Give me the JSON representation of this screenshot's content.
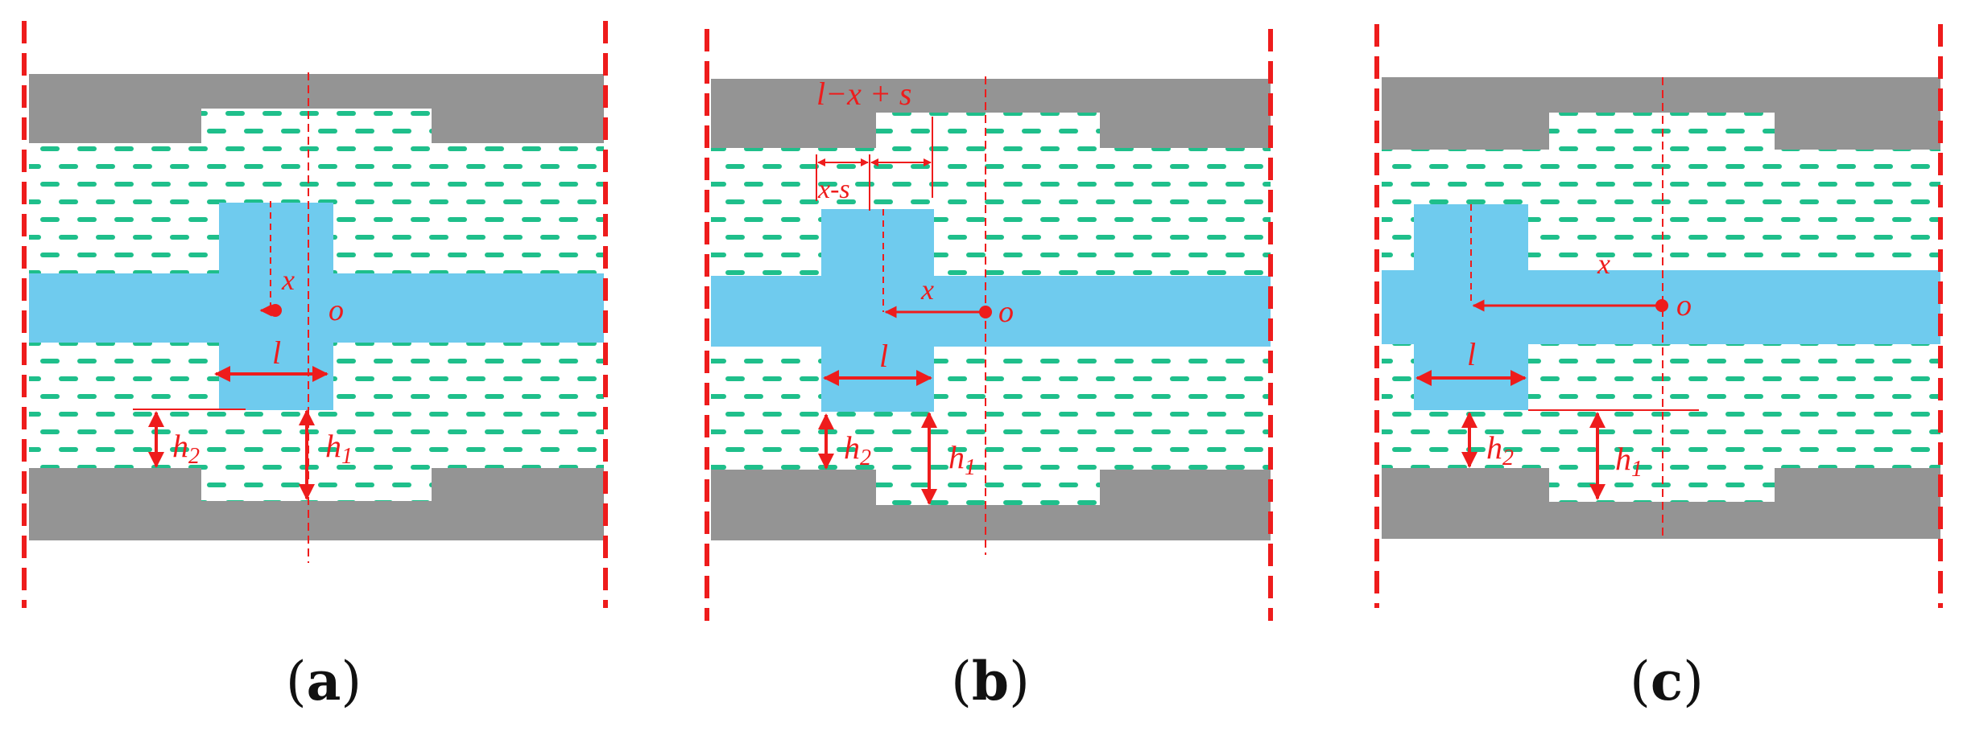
{
  "colors": {
    "wall": "#949494",
    "fluid_dash": "#1fbf8b",
    "body": "#6fcbee",
    "annotation": "#ee1c1c",
    "background": "#ffffff"
  },
  "panels": [
    {
      "id": "a",
      "caption_letter": "a",
      "labels": {
        "x": "x",
        "o": "o",
        "l": "l",
        "h2": "h",
        "h2_sub": "2",
        "h1": "h",
        "h1_sub": "1"
      }
    },
    {
      "id": "b",
      "caption_letter": "b",
      "labels": {
        "x": "x",
        "o": "o",
        "l": "l",
        "h2": "h",
        "h2_sub": "2",
        "h1": "h",
        "h1_sub": "1",
        "top": "l−x + s",
        "xs": "x-s"
      }
    },
    {
      "id": "c",
      "caption_letter": "c",
      "labels": {
        "x": "x",
        "o": "o",
        "l": "l",
        "h2": "h",
        "h2_sub": "2",
        "h1": "h",
        "h1_sub": "1"
      }
    }
  ]
}
